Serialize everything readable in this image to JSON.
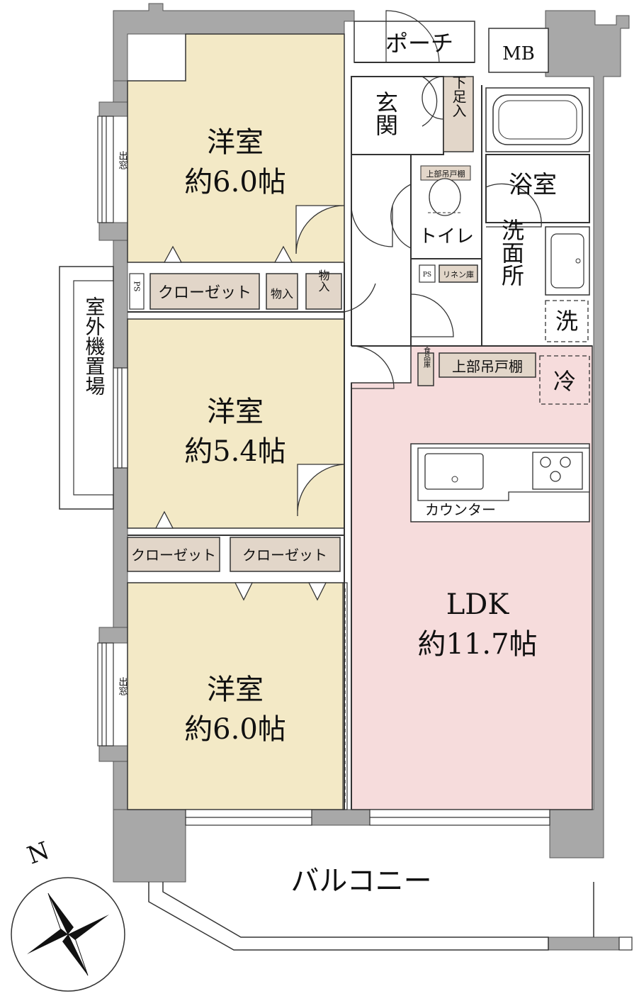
{
  "rooms": {
    "western_1": {
      "name": "洋室",
      "size": "約6.0帖"
    },
    "western_2": {
      "name": "洋室",
      "size": "約5.4帖"
    },
    "western_3": {
      "name": "洋室",
      "size": "約6.0帖"
    },
    "ldk": {
      "name": "LDK",
      "size": "約11.7帖"
    },
    "entrance": "玄関",
    "bathroom": "浴室",
    "toilet": "トイレ",
    "washroom": "洗面所",
    "porch": "ポーチ",
    "mb": "MB",
    "balcony": "バルコニー",
    "outdoor_unit": "室外機置場"
  },
  "labels": {
    "closet": "クローゼット",
    "storage": "物入",
    "ps": "PS",
    "shoe_box": "下足入",
    "upper_cabinet": "上部吊戸棚",
    "linen": "リネン庫",
    "pantry": "食品庫",
    "counter": "カウンター",
    "fridge": "冷",
    "washer": "洗",
    "bay_window": "出窓",
    "north": "N"
  },
  "colors": {
    "bedroom": "#f3e9c6",
    "ldk": "#f6dcdc",
    "storage": "#e2d6c9",
    "wall": "#a8a8a8"
  }
}
